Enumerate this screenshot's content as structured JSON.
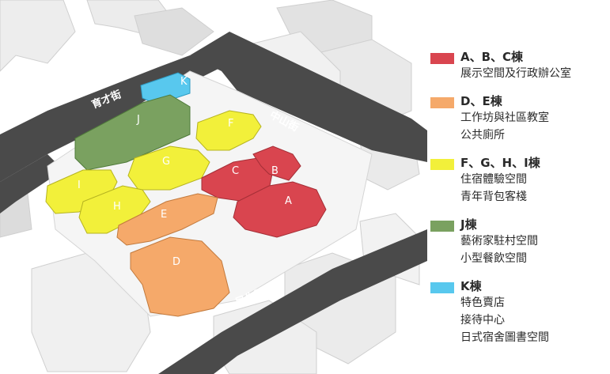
{
  "roads": {
    "yucai": "育才街",
    "zhongshan": "中山街",
    "minsheng": "民生路"
  },
  "building_labels": {
    "A": "A",
    "B": "B",
    "C": "C",
    "D": "D",
    "E": "E",
    "F": "F",
    "G": "G",
    "H": "H",
    "I": "I",
    "J": "J",
    "K": "K"
  },
  "legend": [
    {
      "title": "A、B、C棟",
      "lines": [
        "展示空間及行政辦公室"
      ],
      "color": "#d9454f"
    },
    {
      "title": "D、E棟",
      "lines": [
        "工作坊與社區教室",
        "公共廁所"
      ],
      "color": "#f5a96a"
    },
    {
      "title": "F、G、H、I棟",
      "lines": [
        "住宿體驗空間",
        "青年背包客棧"
      ],
      "color": "#f2f03a"
    },
    {
      "title": "J棟",
      "lines": [
        "藝術家駐村空間",
        "小型餐飲空間"
      ],
      "color": "#7aa160"
    },
    {
      "title": "K棟",
      "lines": [
        "特色賣店",
        "接待中心",
        "日式宿舍圖書空間"
      ],
      "color": "#58c8ee"
    }
  ]
}
